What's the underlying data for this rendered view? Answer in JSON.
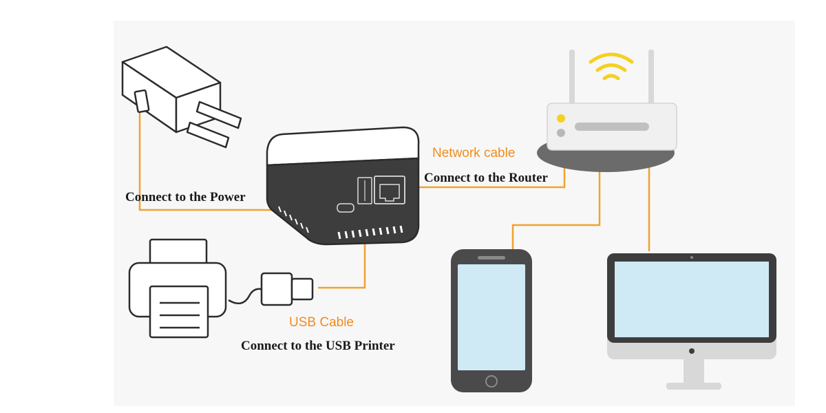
{
  "labels": {
    "power": "Connect to  the Power",
    "network_cable": "Network cable",
    "router": "Connect to the Router",
    "usb_cable": "USB Cable",
    "usb_printer": "Connect to the USB Printer"
  },
  "colors": {
    "cable": "#f0a22e",
    "label_accent": "#f08c1e",
    "outline": "#2b2b2b",
    "wifi": "#f5d020",
    "screen": "#cfe9f5",
    "device_body": "#3d3d3d",
    "router_base": "#6b6b6b",
    "background": "#ffffff"
  },
  "icons": [
    "power-adapter-icon",
    "print-server-icon",
    "router-icon",
    "wifi-icon",
    "printer-icon",
    "usb-plug-icon",
    "smartphone-icon",
    "monitor-icon"
  ]
}
